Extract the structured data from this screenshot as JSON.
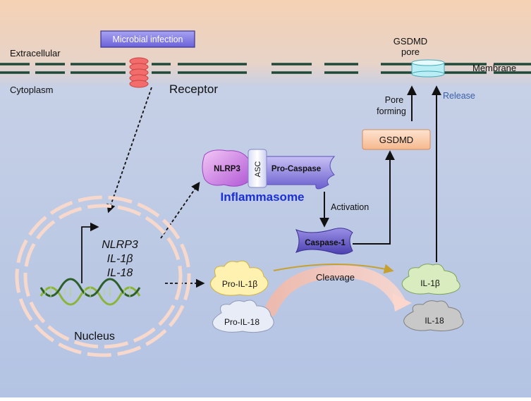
{
  "labels": {
    "microbial_infection": "Microbial infection",
    "extracellular": "Extracellular",
    "cytoplasm": "Cytoplasm",
    "receptor": "Receptor",
    "gsdmd_pore_line1": "GSDMD",
    "gsdmd_pore_line2": "pore",
    "membrane": "Membrane",
    "pore_forming_line1": "Pore",
    "pore_forming_line2": "forming",
    "release": "Release",
    "gsdmd": "GSDMD",
    "nlrp3_box": "NLRP3",
    "asc": "ASC",
    "pro_caspase": "Pro-Caspase",
    "inflammasome": "Inflammasome",
    "activation": "Activation",
    "caspase1": "Caspase-1",
    "gene_nlrp3": "NLRP3",
    "gene_il1b": "IL-1β",
    "gene_il18": "IL-18",
    "pro_il1b": "Pro-IL-1β",
    "pro_il18": "Pro-IL-18",
    "cleavage": "Cleavage",
    "il1b": "IL-1β",
    "il18": "IL-18",
    "nucleus": "Nucleus"
  },
  "colors": {
    "top_background": "#f4cfb0",
    "bottom_background": "#b6c6e6",
    "membrane": "#1f4a3a",
    "nucleus_envelope": "#f6d8cc",
    "inflammasome_text": "#1a2fd6",
    "release_text": "#3a5fa8",
    "gsdmd_box": "#f9c9a8",
    "caspase": "#6a5fcf",
    "pro_il1b": "#fff1b0",
    "il1b": "#d8ecc0",
    "pro_il18": "#e8ecf6",
    "il18": "#c8c8c8",
    "receptor": "#f26c6c",
    "pore": "#b8eef4"
  }
}
